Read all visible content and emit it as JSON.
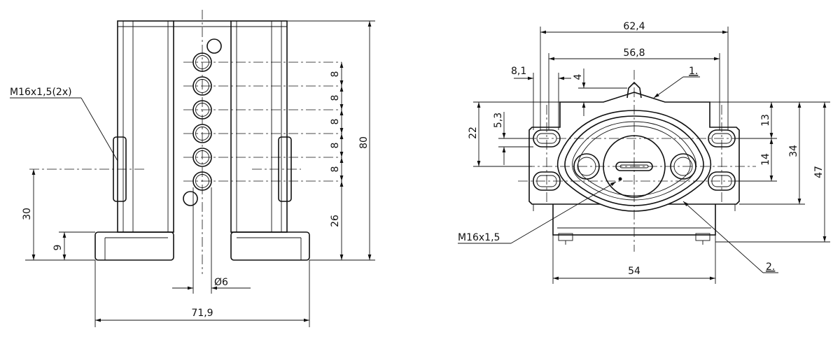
{
  "side_view": {
    "thread_label": "M16x1,5(2x)",
    "dim_height_total": "80",
    "dim_pitch": [
      "8",
      "8",
      "8",
      "8",
      "8"
    ],
    "dim_lower": "26",
    "dim_axis_height": "30",
    "dim_base_height": "9",
    "dim_width": "71,9",
    "dim_hole_diameter": "Ø6"
  },
  "front_view": {
    "dim_outer_width": "62,4",
    "dim_inner_width": "56,8",
    "dim_slot_width": "8,1",
    "dim_top_offset": "4",
    "callout_1": "1.",
    "callout_2": "2.",
    "dim_left_22": "22",
    "dim_left_5_3": "5,3",
    "dim_right_13": "13",
    "dim_right_14": "14",
    "dim_right_34": "34",
    "dim_right_47": "47",
    "thread_label": "M16x1,5",
    "dim_base_width": "54"
  }
}
